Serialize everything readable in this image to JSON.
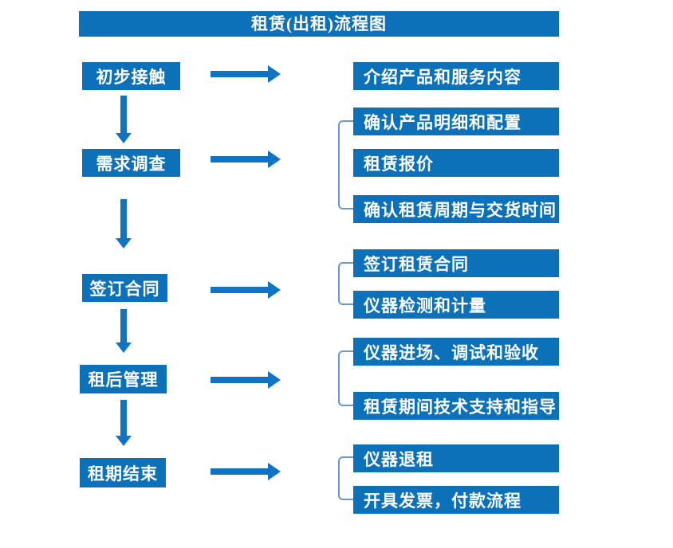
{
  "title": "租赁(出租)流程图",
  "colors": {
    "primary": "#0d71ba",
    "arrow": "#1273c2",
    "bracket": "#6f97cf",
    "text": "#ffffff",
    "background": "#ffffff"
  },
  "steps": [
    {
      "label": "初步接触",
      "outputs": [
        "介绍产品和服务内容"
      ]
    },
    {
      "label": "需求调查",
      "outputs": [
        "确认产品明细和配置",
        "租赁报价",
        "确认租赁周期与交货时间"
      ]
    },
    {
      "label": "签订合同",
      "outputs": [
        "签订租赁合同",
        "仪器检测和计量"
      ]
    },
    {
      "label": "租后管理",
      "outputs": [
        "仪器进场、调试和验收",
        "租赁期间技术支持和指导"
      ]
    },
    {
      "label": "租期结束",
      "outputs": [
        "仪器退租",
        "开具发票，付款流程"
      ]
    }
  ]
}
